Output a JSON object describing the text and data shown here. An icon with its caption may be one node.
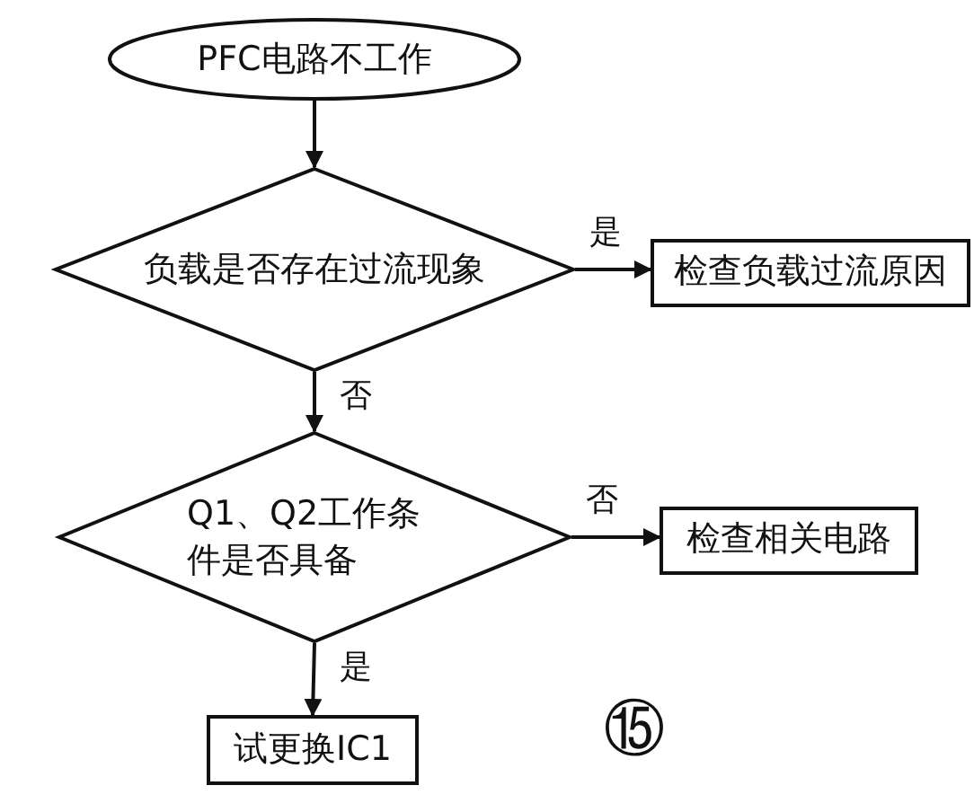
{
  "diagram": {
    "nodes": [
      {
        "text": [
          "PFC电路不工作"
        ]
      },
      {
        "text": [
          "负载是否存在过流现象"
        ]
      },
      {
        "text": [
          "检查负载过流原因"
        ]
      },
      {
        "text": [
          "Q1、Q2工作条件是否具备"
        ]
      },
      {
        "text": [
          "检查相关电路"
        ]
      },
      {
        "text": [
          "试更换IC1"
        ]
      }
    ],
    "edges": [
      {
        "from": 0,
        "to": 1,
        "arrow": "to"
      },
      {
        "from": 1,
        "to": 2,
        "arrow": "to",
        "label": "是"
      },
      {
        "from": 1,
        "to": 3,
        "arrow": "to",
        "label": "否"
      },
      {
        "from": 3,
        "to": 4,
        "arrow": "to",
        "label": "否"
      },
      {
        "from": 3,
        "to": 5,
        "arrow": "to",
        "label": "是"
      }
    ],
    "labels": [
      "⑮"
    ]
  }
}
